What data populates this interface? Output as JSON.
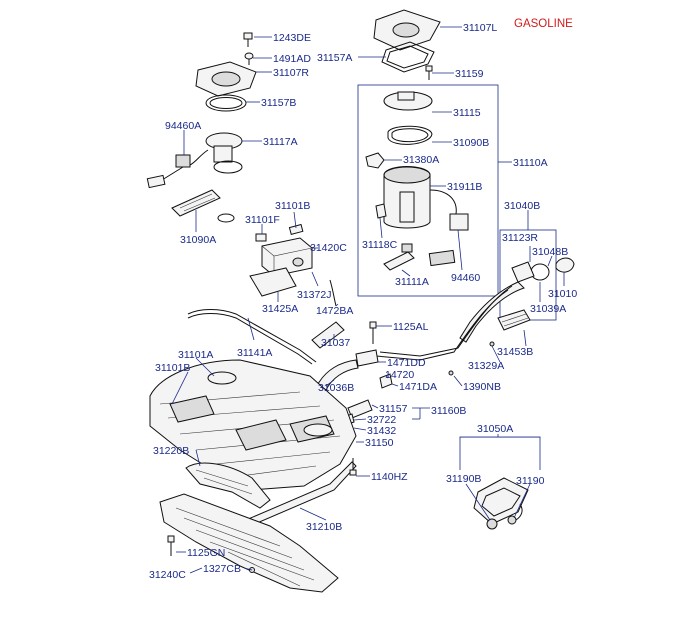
{
  "header": {
    "note": "GASOLINE"
  },
  "labels": {
    "p1243DE": "1243DE",
    "p1491AD": "1491AD",
    "p31107R": "31107R",
    "p31157B": "31157B",
    "p94460A": "94460A",
    "p31117A": "31117A",
    "p31090A": "31090A",
    "p31101B_top": "31101B",
    "p31101F": "31101F",
    "p31420C": "31420C",
    "p31372J": "31372J",
    "p31425A": "31425A",
    "p1472BA": "1472BA",
    "p31107L": "31107L",
    "p31157A": "31157A",
    "p31159": "31159",
    "p31115": "31115",
    "p31090B": "31090B",
    "p31380A": "31380A",
    "p31110A": "31110A",
    "p31911B": "31911B",
    "p31118C": "31118C",
    "p31111A": "31111A",
    "p94460": "94460",
    "p31040B": "31040B",
    "p31123R": "31123R",
    "p31048B": "31048B",
    "p31010": "31010",
    "p31039A": "31039A",
    "p1125AL": "1125AL",
    "p31453B": "31453B",
    "p31329A": "31329A",
    "p1390NB": "1390NB",
    "p31141A": "31141A",
    "p31037": "31037",
    "p1471DD": "1471DD",
    "p14720": "14720",
    "p1471DA": "1471DA",
    "p31036B": "31036B",
    "p31157": "31157",
    "p32722": "32722",
    "p31432": "31432",
    "p31160B": "31160B",
    "p31150": "31150",
    "p31101A": "31101A",
    "p31101B_left": "31101B",
    "p31220B": "31220B",
    "p1140HZ": "1140HZ",
    "p31210B": "31210B",
    "p31050A": "31050A",
    "p31190B": "31190B",
    "p31190": "31190",
    "p1125GN": "1125GN",
    "p1327CB": "1327CB",
    "p31240C": "31240C"
  }
}
